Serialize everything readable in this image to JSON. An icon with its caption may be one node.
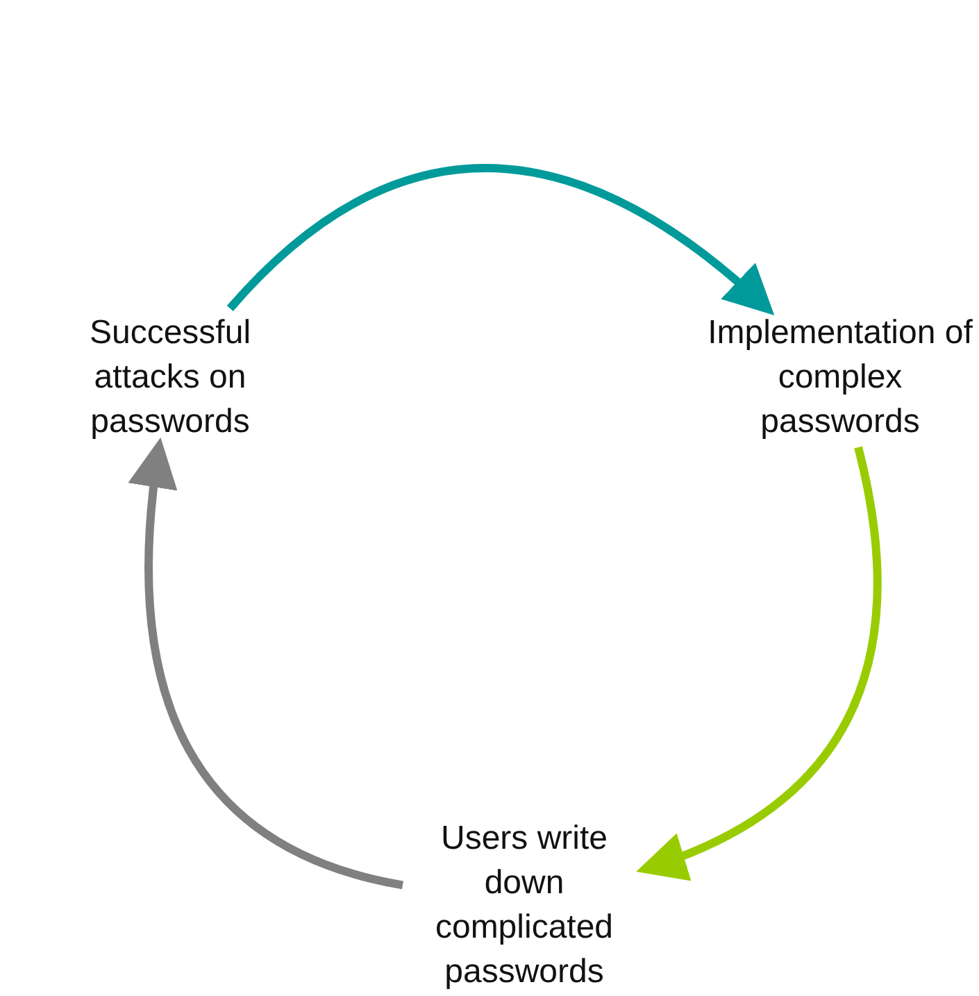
{
  "diagram": {
    "nodes": [
      {
        "text": [
          "Successful attacks on passwords"
        ]
      },
      {
        "text": [
          "Implementation of complex passwords"
        ]
      },
      {
        "text": [
          "Users write down complicated passwords"
        ]
      }
    ],
    "edges": [
      {
        "from": 0,
        "to": 1,
        "arrow": "to",
        "color": "#009a9a"
      },
      {
        "from": 1,
        "to": 2,
        "arrow": "to",
        "color": "#99cc00"
      },
      {
        "from": 2,
        "to": 0,
        "arrow": "to",
        "color": "#808080"
      }
    ]
  }
}
